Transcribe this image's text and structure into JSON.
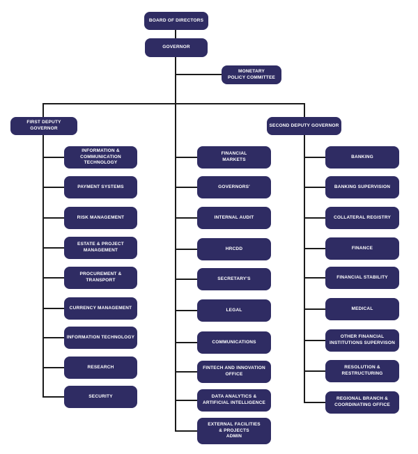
{
  "diagram": {
    "board_of_directors": {
      "label": "BOARD OF DIRECTORS"
    },
    "governor": {
      "label": "GOVERNOR"
    },
    "monetary_policy_committee": {
      "label": "MONETARY\nPOLICY COMMITTEE"
    },
    "first_deputy_governor": {
      "label": "FIRST DEPUTY GOVERNOR"
    },
    "second_deputy_governor": {
      "label": "SECOND DEPUTY GOVERNOR"
    },
    "first_deputy_departments": [
      "INFORMATION &\nCOMMUNICATION\nTECHNOLOGY",
      "PAYMENT SYSTEMS",
      "RISK MANAGEMENT",
      "ESTATE & PROJECT\nMANAGEMENT",
      "PROCUREMENT & TRANSPORT",
      "CURRENCY MANAGEMENT",
      "INFORMATION TECHNOLOGY",
      "RESEARCH",
      "SECURITY"
    ],
    "governor_departments": [
      "FINANCIAL\nMARKETS",
      "GOVERNORS'",
      "INTERNAL AUDIT",
      "HRCDD",
      "SECRETARY'S",
      "LEGAL",
      "COMMUNICATIONS",
      "FINTECH AND INNOVATION\nOFFICE",
      "DATA ANALYTICS &\nARTIFICIAL INTELLIGENCE",
      "EXTERNAL FACILITIES\n& PROJECTS\nADMIN"
    ],
    "second_deputy_departments": [
      "BANKING",
      "BANKING SUPERVISION",
      "COLLATERAL REGISTRY",
      "FINANCE",
      "FINANCIAL STABILITY",
      "MEDICAL",
      "OTHER FINANCIAL\nINSTITUTIONS SUPERVISON",
      "RESOLUTION &\nRESTRUCTURING",
      "REGIONAL BRANCH &\nCOORDINATING OFFICE"
    ]
  },
  "colors": {
    "node_fill": "#2f2c63",
    "node_text": "#ffffff",
    "connector": "#1a1a1a",
    "background": "#ffffff"
  }
}
